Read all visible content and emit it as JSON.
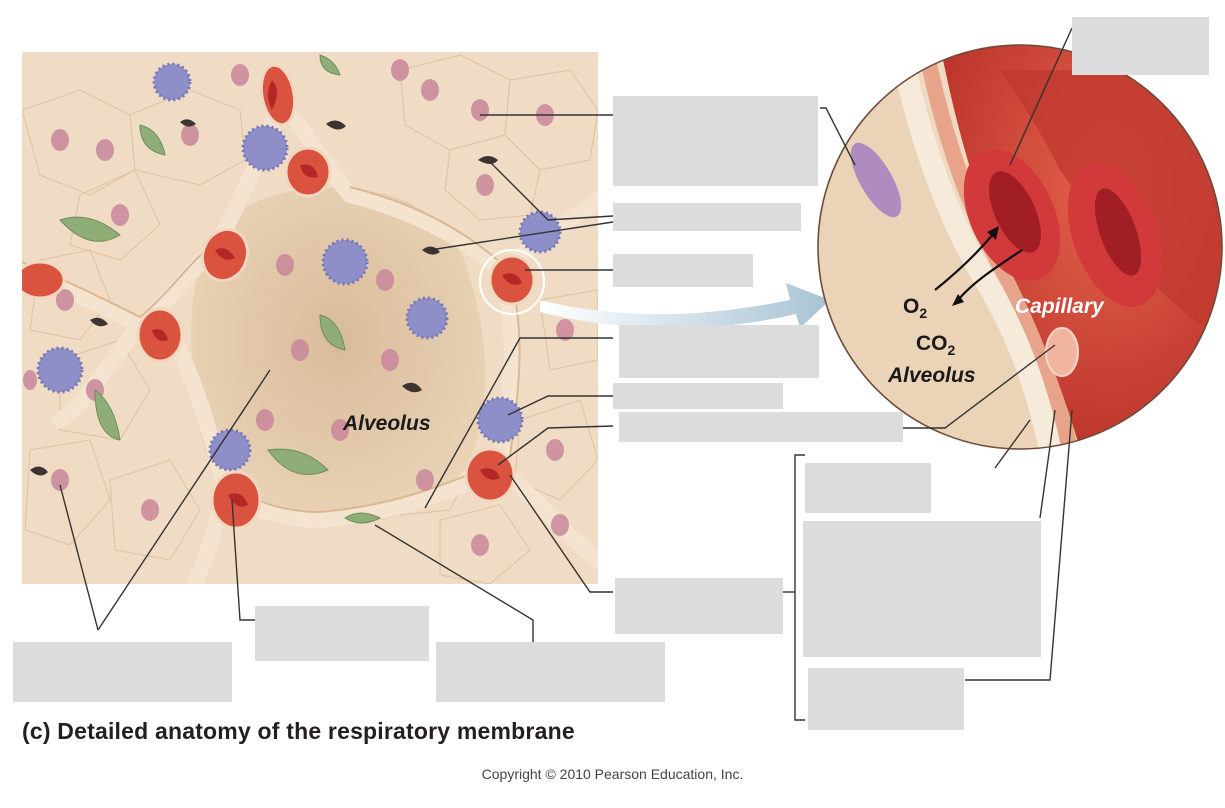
{
  "figure": {
    "caption": "(c) Detailed anatomy of the respiratory membrane",
    "copyright": "Copyright © 2010 Pearson Education, Inc."
  },
  "labels": {
    "alveolus_main": "Alveolus",
    "alveolus_inset": "Alveolus",
    "capillary": "Capillary",
    "o2": "O",
    "o2_sub": "2",
    "co2": "CO",
    "co2_sub": "2"
  },
  "colors": {
    "tissue": "#f0dcc4",
    "cell_outline": "#e3c9ab",
    "nucleus": "#c9879a",
    "capillary_red": "#d9533f",
    "rbc": "#c62d2d",
    "macrophage": "#8e8ec9",
    "green_cell": "#8fae77",
    "label_box": "#dcdcdc"
  }
}
